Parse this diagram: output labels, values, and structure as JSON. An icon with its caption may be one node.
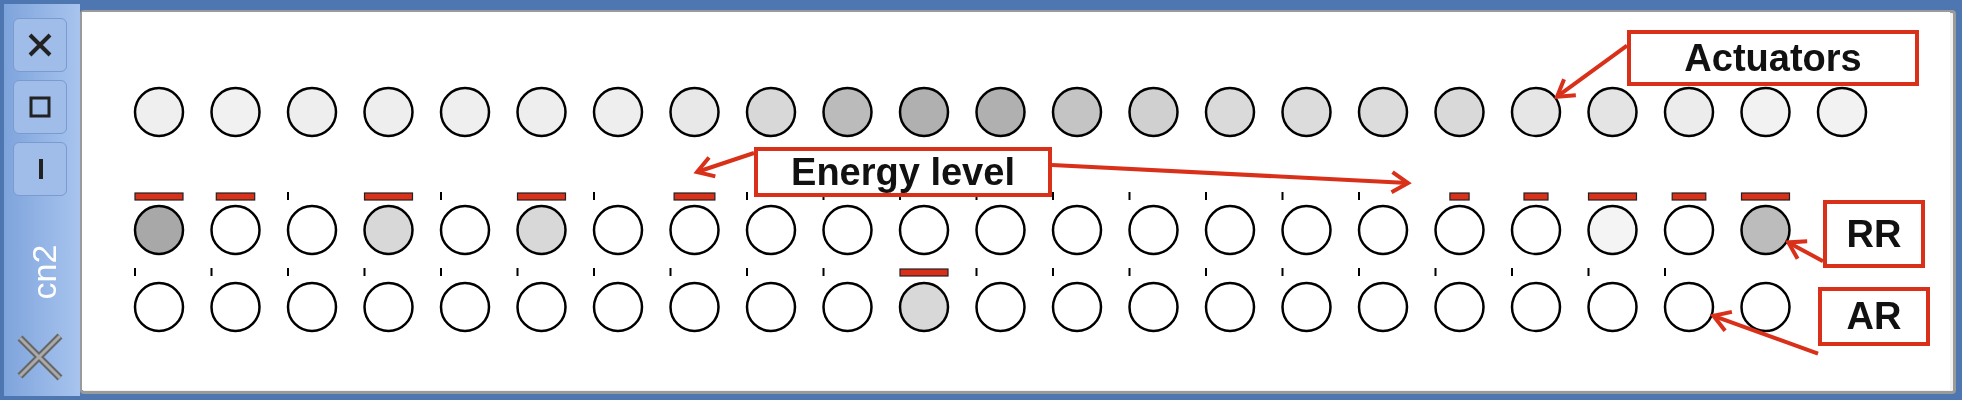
{
  "diagram": {
    "nodes": [
      {
        "text": [
          "Actuators"
        ]
      },
      {
        "text": [
          "Energy level"
        ]
      },
      {
        "text": [
          "RR"
        ]
      },
      {
        "text": [
          "AR"
        ]
      },
      {
        "text": [],
        "shape": "circle"
      },
      {
        "text": [],
        "shape": "circle"
      },
      {
        "text": [],
        "shape": "circle"
      },
      {
        "text": [],
        "shape": "circle"
      },
      {
        "text": [],
        "shape": "circle"
      },
      {
        "text": [],
        "shape": "circle"
      },
      {
        "text": [],
        "shape": "circle"
      },
      {
        "text": [],
        "shape": "circle"
      },
      {
        "text": [],
        "shape": "circle"
      },
      {
        "text": [],
        "shape": "circle"
      },
      {
        "text": [],
        "shape": "circle"
      },
      {
        "text": [],
        "shape": "circle"
      },
      {
        "text": [],
        "shape": "circle"
      },
      {
        "text": [],
        "shape": "circle"
      },
      {
        "text": [],
        "shape": "circle"
      },
      {
        "text": [],
        "shape": "circle"
      },
      {
        "text": [],
        "shape": "circle"
      },
      {
        "text": [],
        "shape": "circle"
      },
      {
        "text": [],
        "shape": "circle"
      },
      {
        "text": [],
        "shape": "circle"
      },
      {
        "text": [],
        "shape": "circle"
      },
      {
        "text": [],
        "shape": "circle"
      },
      {
        "text": [],
        "shape": "circle"
      },
      {
        "text": [],
        "shape": "circle"
      },
      {
        "text": [],
        "shape": "circle"
      },
      {
        "text": [],
        "shape": "circle"
      },
      {
        "text": [],
        "shape": "circle"
      },
      {
        "text": [],
        "shape": "circle"
      },
      {
        "text": [],
        "shape": "circle"
      },
      {
        "text": [],
        "shape": "circle"
      },
      {
        "text": [],
        "shape": "circle"
      },
      {
        "text": [],
        "shape": "circle"
      },
      {
        "text": [],
        "shape": "circle"
      },
      {
        "text": [],
        "shape": "circle"
      },
      {
        "text": [],
        "shape": "circle"
      },
      {
        "text": [],
        "shape": "circle"
      },
      {
        "text": [],
        "shape": "circle"
      },
      {
        "text": [],
        "shape": "circle"
      },
      {
        "text": [],
        "shape": "circle"
      },
      {
        "text": [],
        "shape": "circle"
      },
      {
        "text": [],
        "shape": "circle"
      },
      {
        "text": [],
        "shape": "circle"
      },
      {
        "text": [],
        "shape": "circle"
      },
      {
        "text": [],
        "shape": "circle"
      },
      {
        "text": [],
        "shape": "circle"
      },
      {
        "text": [],
        "shape": "circle"
      },
      {
        "text": [],
        "shape": "circle"
      },
      {
        "text": [],
        "shape": "circle"
      },
      {
        "text": [],
        "shape": "circle"
      },
      {
        "text": [],
        "shape": "circle"
      },
      {
        "text": [],
        "shape": "circle"
      },
      {
        "text": [],
        "shape": "circle"
      },
      {
        "text": [],
        "shape": "circle"
      },
      {
        "text": [],
        "shape": "circle"
      },
      {
        "text": [],
        "shape": "circle"
      },
      {
        "text": [],
        "shape": "circle"
      },
      {
        "text": [],
        "shape": "circle"
      },
      {
        "text": [],
        "shape": "circle"
      },
      {
        "text": [],
        "shape": "circle"
      },
      {
        "text": [],
        "shape": "circle"
      },
      {
        "text": [],
        "shape": "circle"
      },
      {
        "text": [],
        "shape": "circle"
      },
      {
        "text": [],
        "shape": "circle"
      },
      {
        "text": [],
        "shape": "circle"
      },
      {
        "text": [],
        "shape": "circle"
      },
      {
        "text": [],
        "shape": "circle"
      },
      {
        "text": [],
        "shape": "circle"
      }
    ],
    "edges": [
      {
        "from": 0,
        "to": 22,
        "arrow": "to"
      },
      {
        "from": 1,
        "to": 34,
        "arrow": "to"
      },
      {
        "from": 1,
        "to": 43,
        "arrow": "to"
      },
      {
        "from": 2,
        "to": 48,
        "arrow": "to"
      },
      {
        "from": 3,
        "to": 69,
        "arrow": "to"
      }
    ],
    "labels": [
      "cn2"
    ]
  }
}
